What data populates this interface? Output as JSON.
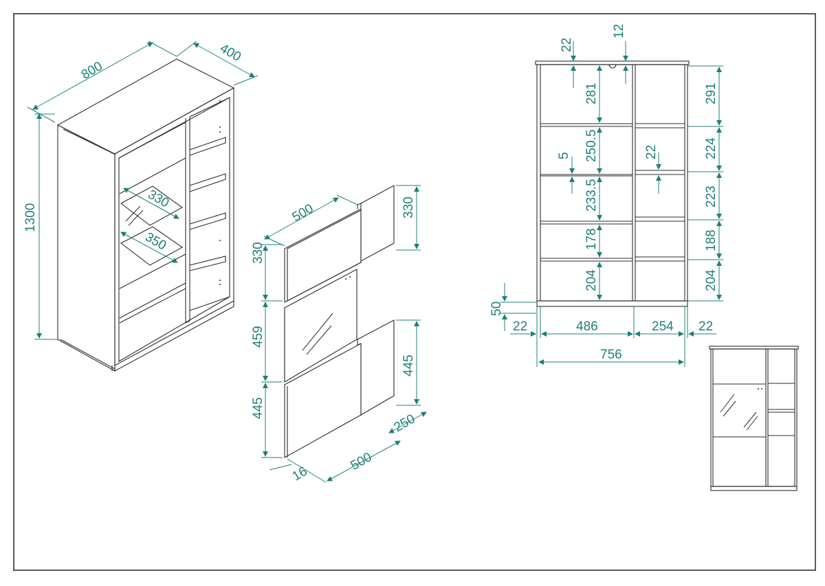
{
  "colors": {
    "dimension": "#1e7f78",
    "outline": "#2a2a2a",
    "background": "#ffffff"
  },
  "isometric_view": {
    "width": "800",
    "depth": "400",
    "height": "1300",
    "shelf_depth_1": "330",
    "shelf_depth_2": "350"
  },
  "doors_view": {
    "top_door_width": "500",
    "top_door_height": "330",
    "side_panel_height_top": "330",
    "middle_door_height": "459",
    "bottom_door_height": "445",
    "side_panel_height_bottom": "445",
    "bottom_depth": "250",
    "bottom_width": "500",
    "thickness": "16"
  },
  "front_view": {
    "top_offset_left": "22",
    "top_offset_right": "12",
    "left_column": [
      "281",
      "250.5",
      "233.5",
      "178",
      "204"
    ],
    "right_column": [
      "291",
      "224",
      "223",
      "188",
      "204"
    ],
    "shelf_thickness": "5",
    "right_shelf_thickness": "22",
    "plinth_height": "50",
    "side_left": "22",
    "left_width": "486",
    "right_width": "254",
    "side_right": "22",
    "total_width": "756"
  }
}
